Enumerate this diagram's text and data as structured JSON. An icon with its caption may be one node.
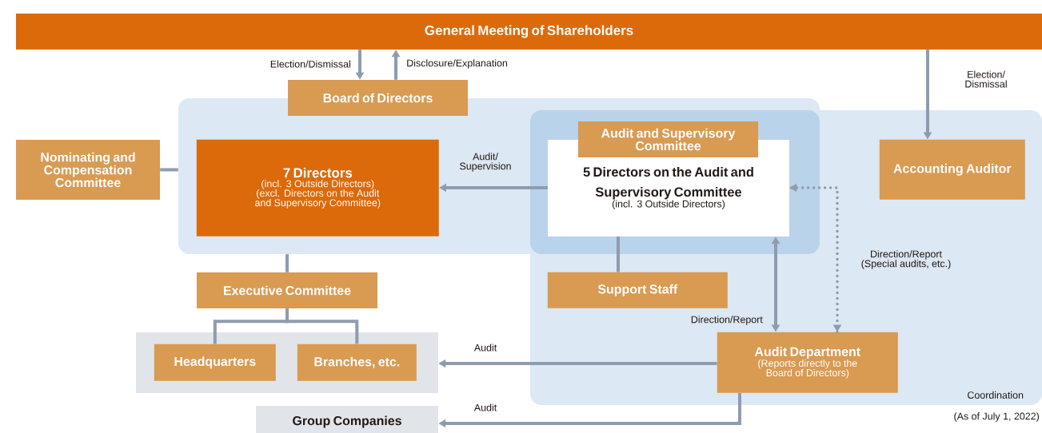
{
  "diagram": {
    "nodes": [
      {
        "text": [
          "General Meeting of Shareholders"
        ]
      },
      {
        "text": [
          "Board of Directors"
        ]
      },
      {
        "text": [],
        "shape": "box"
      },
      {
        "text": [
          "Nominating and Compensation Committee"
        ]
      },
      {
        "text": [
          "7 Directors",
          "(incl. 3 Outside Directors)",
          "(excl. Directors on the Audit and Supervisory Committee)"
        ],
        "in": 2
      },
      {
        "text": [
          "Coordination"
        ]
      },
      {
        "text": [
          "Audit and Supervisory Committee"
        ]
      },
      {
        "text": [
          "5 Directors on the Audit and Supervisory Committee",
          "(incl. 3 Outside Directors)"
        ]
      },
      {
        "text": [
          "Accounting Auditor"
        ],
        "in": 5
      },
      {
        "text": [
          "Executive Committee"
        ]
      },
      {
        "text": [],
        "shape": "box"
      },
      {
        "text": [
          "Headquarters"
        ],
        "in": 10
      },
      {
        "text": [
          "Branches, etc."
        ],
        "in": 10
      },
      {
        "text": [
          "Support Staff"
        ],
        "in": 5
      },
      {
        "text": [
          "Audit Department",
          "(Reports directly to the Board of Directors)"
        ],
        "in": 5
      },
      {
        "text": [
          "Group Companies"
        ]
      }
    ],
    "edges": [
      {
        "from": 0,
        "to": 1,
        "arrow": "to",
        "label": "Election/Dismissal"
      },
      {
        "from": 1,
        "to": 0,
        "arrow": "to",
        "label": "Disclosure/Explanation"
      },
      {
        "from": 0,
        "to": 8,
        "arrow": "to",
        "label": "Election/ Dismissal"
      },
      {
        "from": 3,
        "to": 2,
        "arrow": "none"
      },
      {
        "from": 7,
        "to": 4,
        "arrow": "to",
        "label": "Audit/ Supervision"
      },
      {
        "from": 2,
        "to": 9,
        "arrow": "none"
      },
      {
        "from": 9,
        "to": 11,
        "arrow": "none"
      },
      {
        "from": 9,
        "to": 12,
        "arrow": "none"
      },
      {
        "from": 7,
        "to": 13,
        "arrow": "none"
      },
      {
        "from": 14,
        "to": 7,
        "arrow": "both",
        "label": "Direction/Report"
      },
      {
        "from": 14,
        "to": 7,
        "arrow": "both",
        "style": "dashed",
        "label": "Direction/Report (Special audits, etc.)"
      },
      {
        "from": 14,
        "to": 10,
        "arrow": "to",
        "label": "Audit"
      },
      {
        "from": 14,
        "to": 15,
        "arrow": "to",
        "label": "Audit"
      }
    ],
    "labels": [
      "(As of July 1, 2022)"
    ]
  }
}
